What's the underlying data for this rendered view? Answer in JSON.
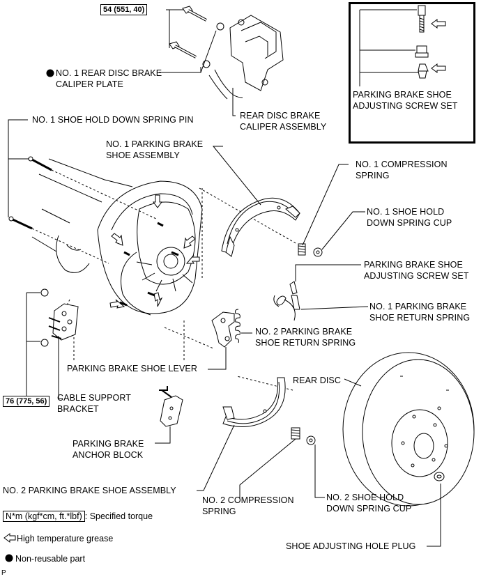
{
  "torques": {
    "caliper_bolt": "54 (551, 40)",
    "cable_bracket_bolt": "76 (775, 56)"
  },
  "labels": {
    "caliper_plate": "NO. 1 REAR DISC BRAKE\nCALIPER PLATE",
    "caliper_assembly": "REAR DISC BRAKE\nCALIPER ASSEMBLY",
    "inset_adjusting_set": "PARKING BRAKE SHOE\nADJUSTING SCREW SET",
    "hold_down_pin": "NO. 1 SHOE HOLD DOWN SPRING PIN",
    "no1_shoe_assembly": "NO. 1 PARKING BRAKE\nSHOE ASSEMBLY",
    "no1_compression_spring": "NO. 1 COMPRESSION\nSPRING",
    "no1_hold_down_cup": "NO. 1 SHOE HOLD\nDOWN SPRING CUP",
    "adjusting_screw_set": "PARKING BRAKE SHOE\nADJUSTING SCREW SET",
    "no1_return_spring": "NO. 1 PARKING BRAKE\nSHOE RETURN SPRING",
    "no2_return_spring": "NO. 2 PARKING BRAKE\nSHOE RETURN SPRING",
    "shoe_lever": "PARKING BRAKE SHOE LEVER",
    "rear_disc": "REAR DISC",
    "cable_support_bracket": "CABLE SUPPORT\nBRACKET",
    "anchor_block": "PARKING BRAKE\nANCHOR BLOCK",
    "no2_shoe_assembly": "NO. 2 PARKING BRAKE SHOE ASSEMBLY",
    "no2_compression_spring": "NO. 2 COMPRESSION\nSPRING",
    "no2_hold_down_cup": "NO. 2 SHOE HOLD\nDOWN SPRING CUP",
    "adjusting_hole_plug": "SHOE ADJUSTING HOLE PLUG"
  },
  "legend": {
    "torque_unit": "N*m (kgf*cm, ft.*lbf)",
    "torque_desc": ": Specified torque",
    "grease": "High temperature grease",
    "non_reusable": "Non-reusable part"
  },
  "figure_code": "P"
}
